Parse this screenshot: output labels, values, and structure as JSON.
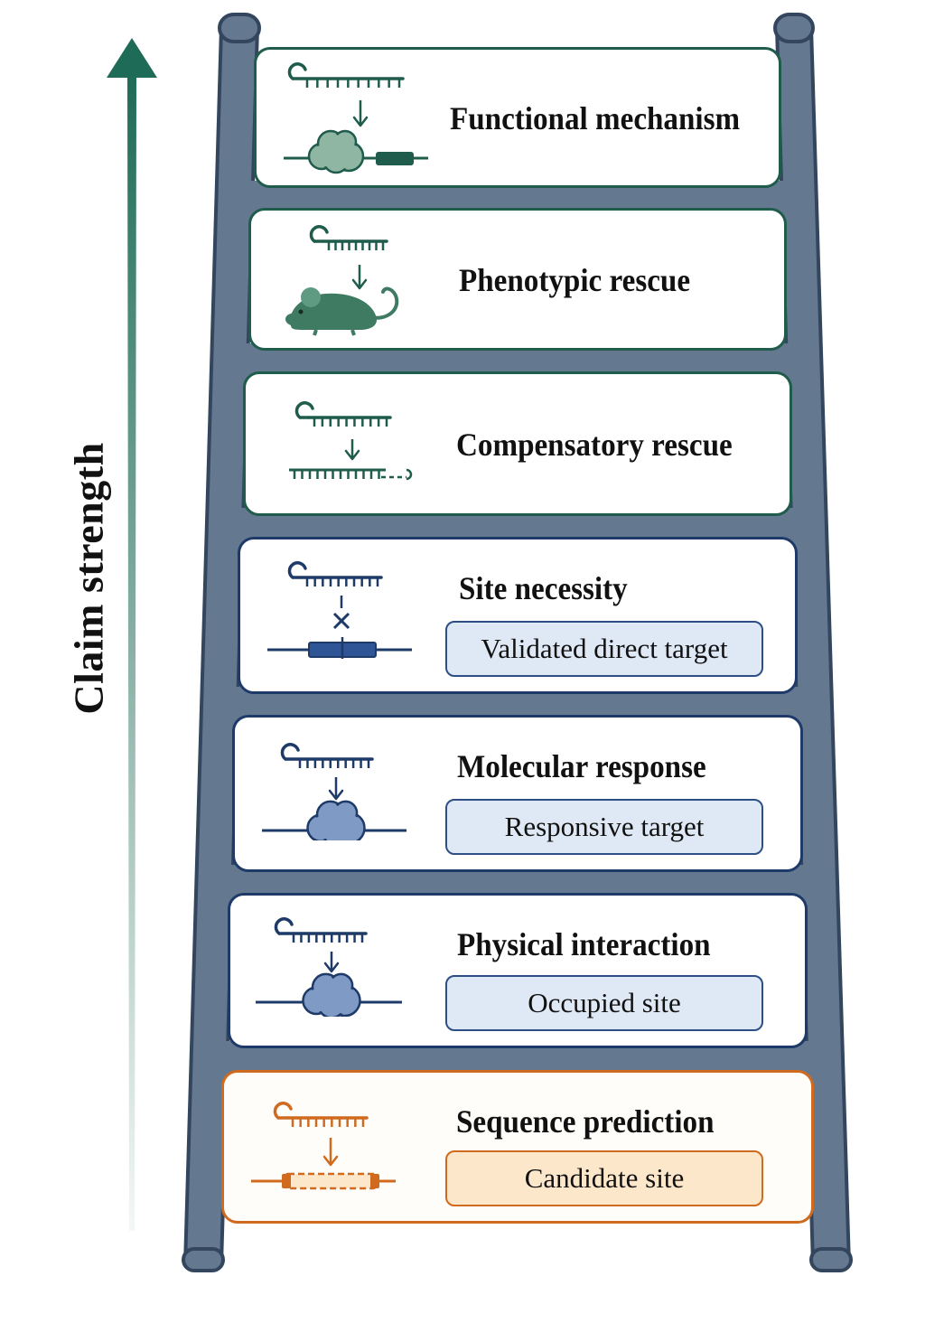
{
  "axis": {
    "label": "Claim strength",
    "arrow_color": "#1e6b57"
  },
  "colors": {
    "green": "#1f5c4c",
    "green_fill": "#8fb5a3",
    "mouse_fill": "#3f7a63",
    "blue": "#1e3a68",
    "blue_fill": "#7f9ac4",
    "orange": "#cf6a1e",
    "rail": "#64788f",
    "rail_outline": "#33465e"
  },
  "rungs": [
    {
      "title": "Functional mechanism",
      "badge": "",
      "color": "green",
      "icon": "mirna-protein-gene-icon"
    },
    {
      "title": "Phenotypic rescue",
      "badge": "",
      "color": "green",
      "icon": "mirna-mouse-icon"
    },
    {
      "title": "Compensatory rescue",
      "badge": "",
      "color": "green",
      "icon": "mirna-complementary-strand-icon"
    },
    {
      "title": "Site necessity",
      "badge": "Validated direct target",
      "color": "blue",
      "icon": "mirna-blocked-site-icon"
    },
    {
      "title": "Molecular response",
      "badge": "Responsive target",
      "color": "blue",
      "icon": "mirna-protein-complex-icon"
    },
    {
      "title": "Physical interaction",
      "badge": "Occupied site",
      "color": "blue",
      "icon": "mirna-bound-complex-icon"
    },
    {
      "title": "Sequence prediction",
      "badge": "Candidate site",
      "color": "orange",
      "icon": "mirna-candidate-site-icon"
    }
  ]
}
